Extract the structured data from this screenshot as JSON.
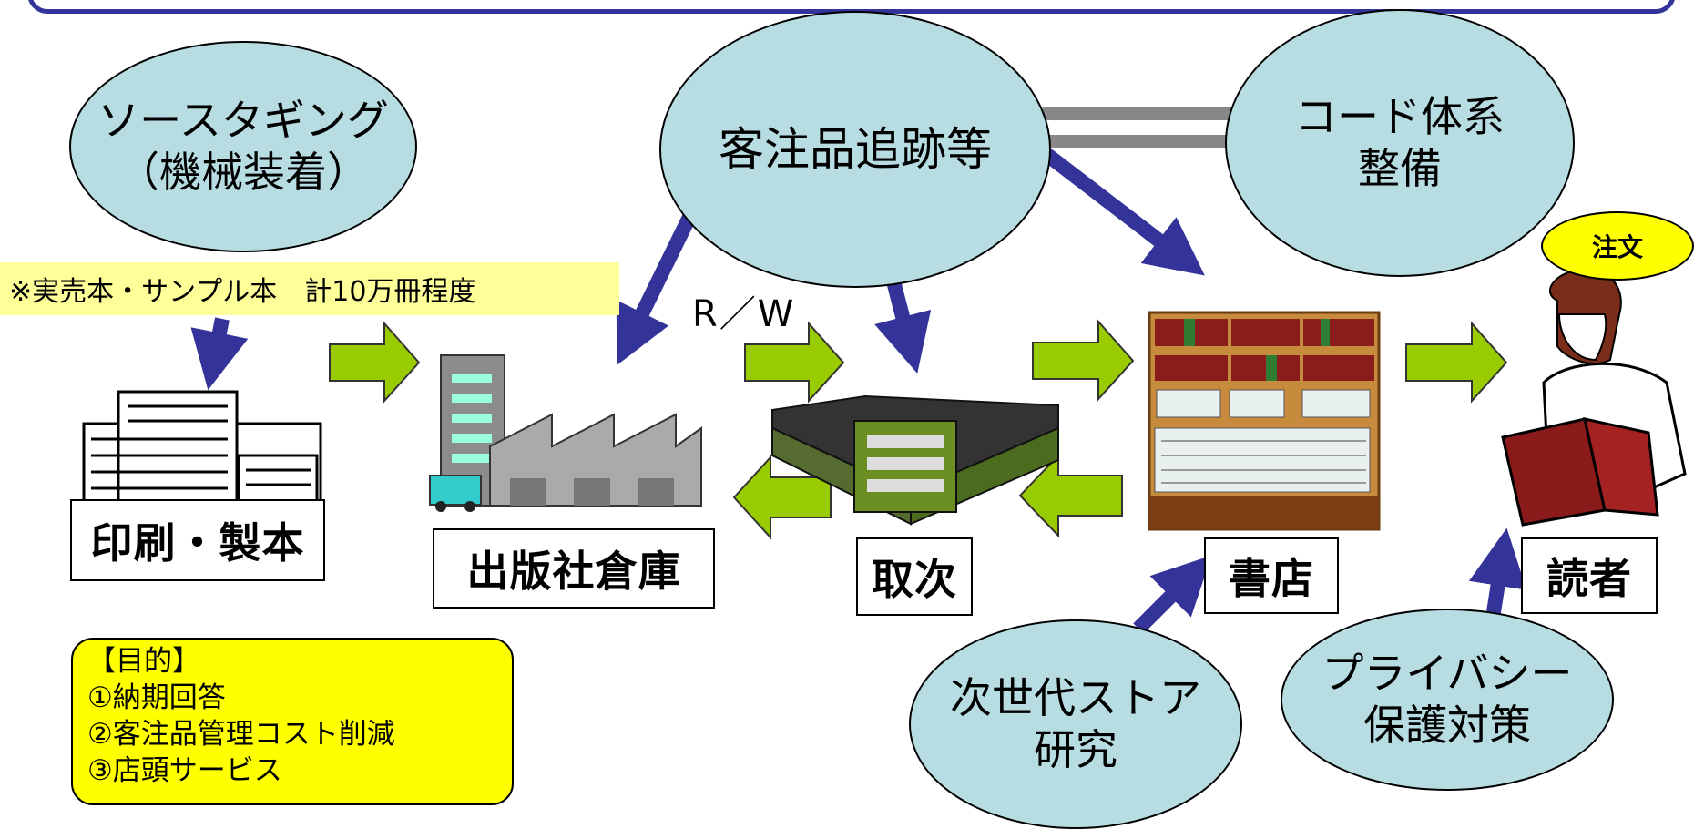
{
  "bubbles": {
    "source_tagging": "ソースタギング\n（機械装着）",
    "order_tracking": "客注品追跡等",
    "code_system": "コード体系\n整備",
    "next_gen_store": "次世代ストア\n研究",
    "privacy": "プライバシー\n保護対策"
  },
  "note_text": "※実売本・サンプル本　計10万冊程度",
  "rw_label": "R／W",
  "order_label": "注文",
  "nodes": {
    "printing": "印刷・製本",
    "publisher_warehouse": "出版社倉庫",
    "distributor": "取次",
    "bookstore": "書店",
    "reader": "読者"
  },
  "purpose": {
    "title": "【目的】",
    "item1": "①納期回答",
    "item2": "②客注品管理コスト削減",
    "item3": "③店頭サービス"
  },
  "colors": {
    "bubble": "#b7dde2",
    "flow_arrow": "#99cc00",
    "link_arrow": "#333399",
    "highlight": "#ffff00",
    "frame": "#333399"
  }
}
